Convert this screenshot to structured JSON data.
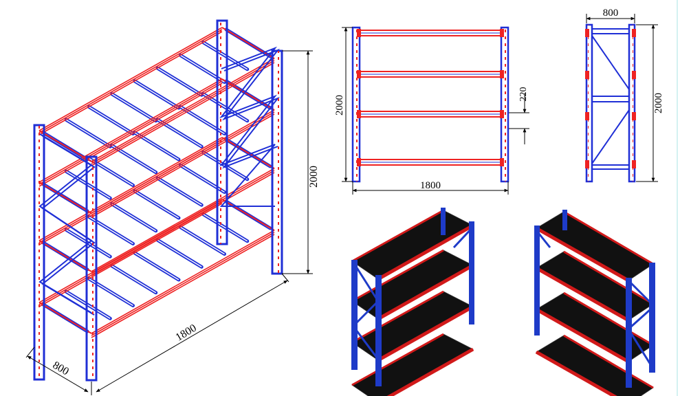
{
  "colors": {
    "upright": "#1f2fd6",
    "beam": "#ee2222",
    "deck": "#111111",
    "panel_blue": "#1e3bc8",
    "panel_red": "#d11a1a",
    "dimension": "#000000",
    "frame": "#a8e6e6"
  },
  "views": {
    "isometric": {
      "dim_width": "1800",
      "dim_depth": "800",
      "dim_height": "2000"
    },
    "front": {
      "dim_width": "1800",
      "dim_height": "2000",
      "dim_spacing": "220"
    },
    "side": {
      "dim_depth": "800",
      "dim_height": "2000"
    }
  }
}
